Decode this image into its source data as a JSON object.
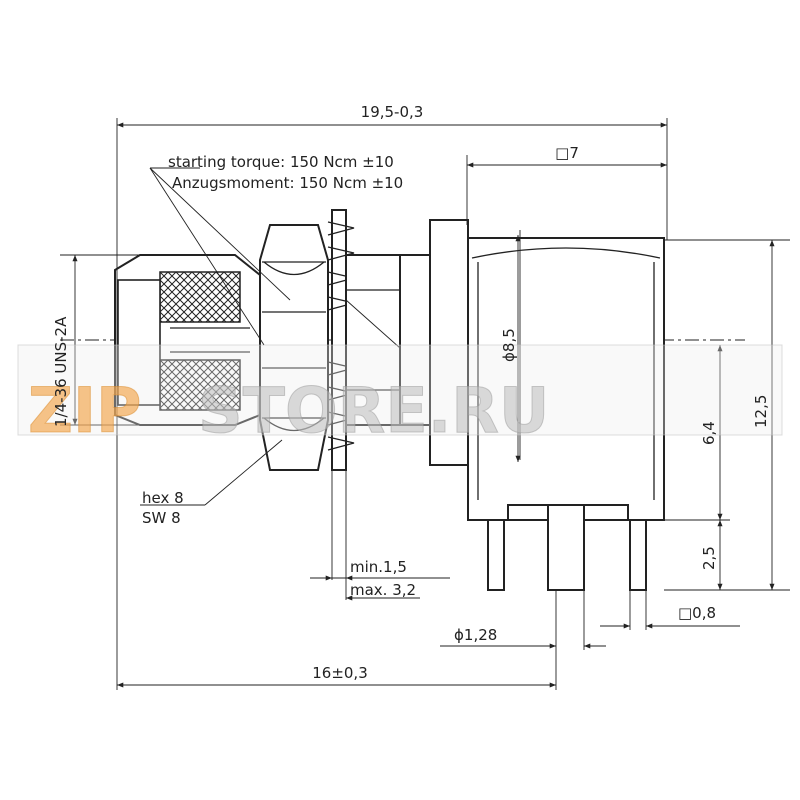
{
  "dimensions": {
    "overall_length": "19,5-0,3",
    "square_body": "□7",
    "thread": "1/4-36 UNS-2A",
    "body_diameter": "ϕ8,5",
    "height_total": "12,5",
    "height_body": "6,4",
    "pin_height": "2,5",
    "pin_square": "□0,8",
    "pin_diameter": "ϕ1,28",
    "length_mount": "16±0,3",
    "panel_min": "min.1,5",
    "panel_max": "max. 3,2"
  },
  "notes": {
    "torque_en": "starting torque: 150 Ncm ±10",
    "torque_de": "Anzugsmoment: 150 Ncm  ±10",
    "hex_en": "hex 8",
    "hex_de": "SW 8"
  },
  "watermark": {
    "zip": "ZIP",
    "rest": "STORE.RU"
  },
  "colors": {
    "line": "#222222",
    "watermark_orange": "#f2a54a",
    "watermark_gray": "#bdbdbd"
  }
}
